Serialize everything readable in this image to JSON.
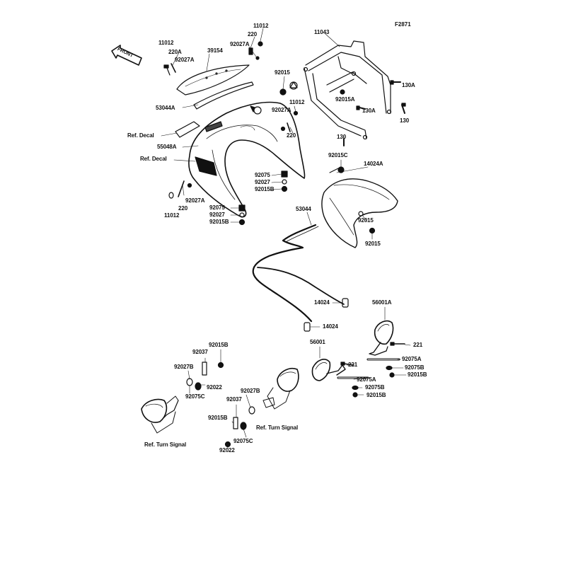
{
  "figure_id": "F2871",
  "front_marker": "FRONT",
  "callouts": {
    "c_11012_a": "11012",
    "c_220a_a": "220A",
    "c_92027a_a": "92027A",
    "c_39154": "39154",
    "c_220_top": "220",
    "c_11012_top": "11012",
    "c_92027a_top": "92027A",
    "c_92015_top": "92015",
    "c_11043": "11043",
    "c_130a_1": "130A",
    "c_92015a": "92015A",
    "c_130a_2": "130A",
    "c_130": "130",
    "c_53044a": "53044A",
    "c_11012_mid": "11012",
    "c_92027a_mid": "92027A",
    "c_220_mid": "220",
    "c_ref_decal_1": "Ref. Decal",
    "c_55048a": "55048A",
    "c_ref_decal_2": "Ref. Decal",
    "c_130_mid": "130",
    "c_92015c": "92015C",
    "c_14024a": "14024A",
    "c_92075_a": "92075",
    "c_92027_a": "92027",
    "c_92015b_a": "92015B",
    "c_92027a_low": "92027A",
    "c_220_low": "220",
    "c_11012_low": "11012",
    "c_92075_b": "92075",
    "c_92027_b": "92027",
    "c_92015b_b": "92015B",
    "c_53044": "53044",
    "c_92015_r1": "92015",
    "c_92015_r2": "92015",
    "c_14024_a": "14024",
    "c_14024_b": "14024",
    "c_56001a": "56001A",
    "c_221_a": "221",
    "c_92075a_a": "92075A",
    "c_92075b_a": "92075B",
    "c_92015b_r": "92015B",
    "c_56001": "56001",
    "c_221_b": "221",
    "c_92075a_b": "92075A",
    "c_92075b_b": "92075B",
    "c_92015b_r2": "92015B",
    "c_92015b_l": "92015B",
    "c_92037_l": "92037",
    "c_92027b_l": "92027B",
    "c_92022_l": "92022",
    "c_92075c_l": "92075C",
    "c_ref_turn_left": "Ref. Turn Signal",
    "c_92027b_c": "92027B",
    "c_92037_c": "92037",
    "c_92015b_c": "92015B",
    "c_92075c_c": "92075C",
    "c_92022_c": "92022",
    "c_ref_turn_right": "Ref. Turn Signal"
  }
}
